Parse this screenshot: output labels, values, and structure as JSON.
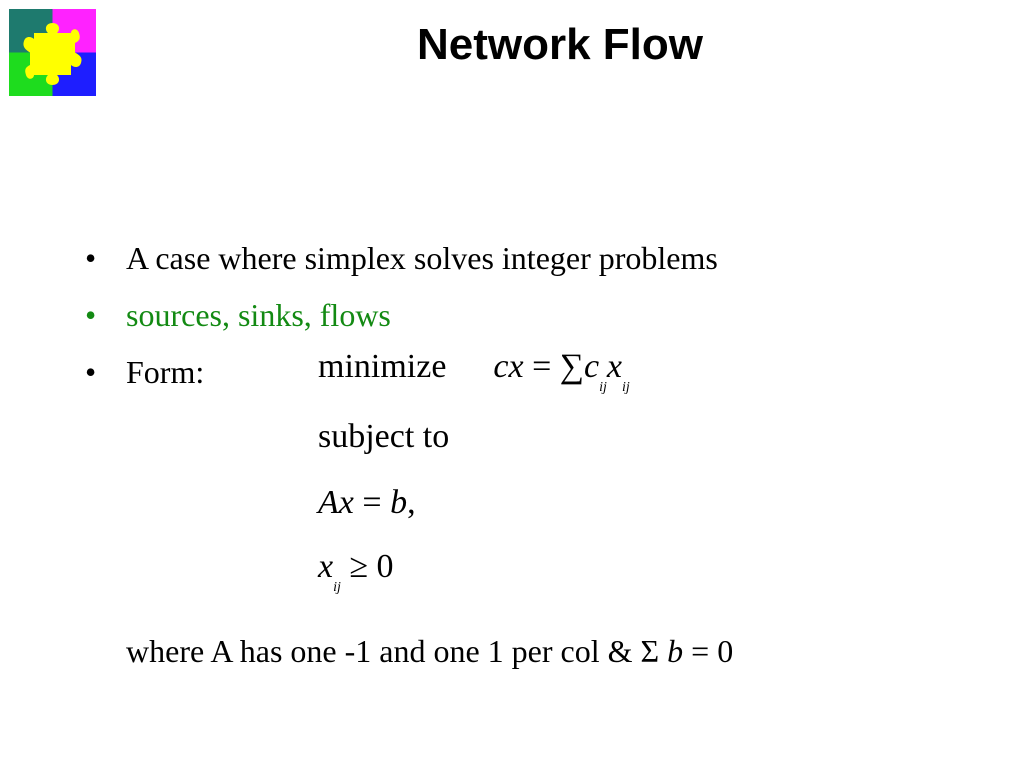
{
  "slide": {
    "title": "Network Flow",
    "logo_icon": "puzzle-logo-icon",
    "colors": {
      "accent_green": "#138a13"
    }
  },
  "bullets": [
    {
      "marker": "•",
      "text": "A case where simplex solves integer problems"
    },
    {
      "marker": "•",
      "text": "sources, sinks, flows"
    },
    {
      "marker": "•",
      "text": "Form:"
    }
  ],
  "formulation": {
    "objective_keyword": "minimize",
    "objective_lhs": "cx",
    "equals": "=",
    "sum": "∑",
    "coef": "c",
    "var": "x",
    "sub_ij": "ij",
    "subject_to": "subject to",
    "constraint_A": "A",
    "constraint_x": "x",
    "constraint_b": "b",
    "comma": ",",
    "nonneg_var": "x",
    "geq": "≥",
    "zero": "0"
  },
  "footnote": {
    "text": "where A has one -1 and one 1 per col & Σ",
    "b": "b",
    "tail": "= 0"
  }
}
